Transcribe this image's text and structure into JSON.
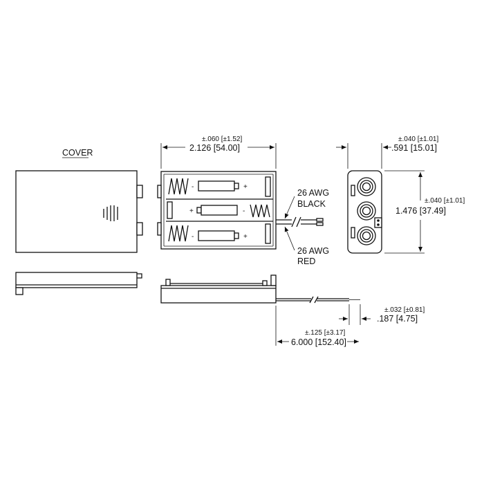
{
  "cover_label": "COVER",
  "dimensions": {
    "width_tol": "±.060 [±1.52]",
    "width": "2.126 [54.00]",
    "depth_tol": "±.040 [±1.01]",
    "depth": ".591 [15.01]",
    "height_tol": "±.040 [±1.01]",
    "height": "1.476 [37.49]",
    "wire_end_tol": "±.032 [±0.81]",
    "wire_end": ".187 [4.75]",
    "wire_len_tol": "±.125 [±3.17]",
    "wire_len": "6.000 [152.40]"
  },
  "wires": {
    "black_gauge": "26 AWG",
    "black_color": "BLACK",
    "red_gauge": "26 AWG",
    "red_color": "RED"
  },
  "battery_slots": [
    {
      "minus": "-",
      "plus": "+"
    },
    {
      "minus": "-",
      "plus": "+"
    },
    {
      "minus": "-",
      "plus": "+"
    }
  ]
}
